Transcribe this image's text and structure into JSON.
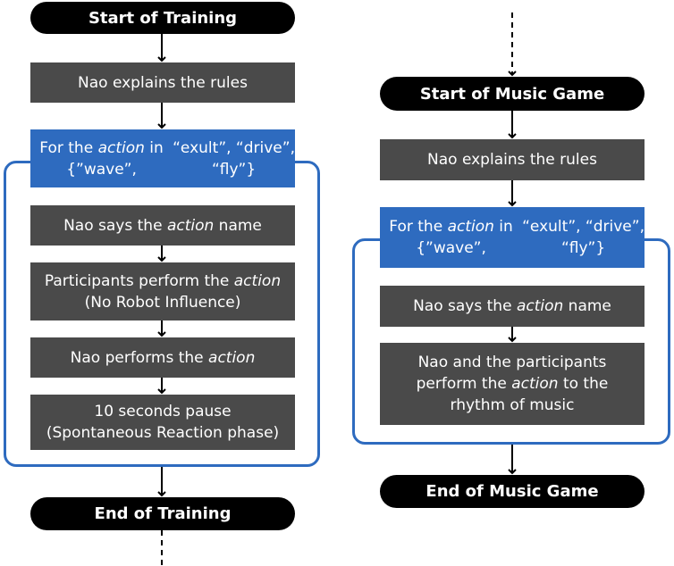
{
  "training": {
    "start": "Start of Training",
    "explain": "Nao explains the rules",
    "loop": {
      "pre": "For the ",
      "em": "action",
      "post": " in {”wave”,",
      "line2": "“exult”, “drive”, “fly”}"
    },
    "says": {
      "pre": "Nao says the ",
      "em": "action",
      "post": " name"
    },
    "perform": {
      "pre": "Participants perform the ",
      "em": "action",
      "line2": "(No Robot Influence)"
    },
    "nao_performs": {
      "pre": "Nao performs the ",
      "em": "action"
    },
    "pause": {
      "line1": "10 seconds pause",
      "line2": "(Spontaneous Reaction phase)"
    },
    "end": "End of Training"
  },
  "music": {
    "start": "Start of Music Game",
    "explain": "Nao explains the rules",
    "loop": {
      "pre": "For the ",
      "em": "action",
      "post": " in {”wave”,",
      "line2": "“exult”, “drive”, “fly”}"
    },
    "says": {
      "pre": "Nao says the ",
      "em": "action",
      "post": " name"
    },
    "perform": {
      "line1": "Nao and the participants",
      "pre": "perform the ",
      "em": "action",
      "post": " to the",
      "line3": "rhythm of music"
    },
    "end": "End of Music Game"
  },
  "colors": {
    "terminal": "#000000",
    "step": "#4a4a4a",
    "loop": "#2e6bbf",
    "arrow": "#000000"
  }
}
